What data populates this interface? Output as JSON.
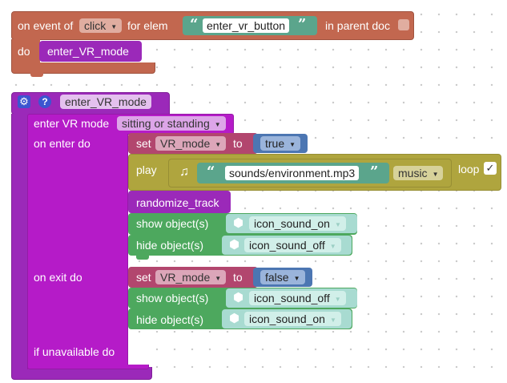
{
  "event_block": {
    "on_event_label": "on event of",
    "event_value": "click",
    "for_elem_label": "for elem",
    "elem_value": "enter_vr_button",
    "in_parent_label": "in parent doc",
    "do_label": "do",
    "do_call": "enter_VR_mode"
  },
  "procedure": {
    "name": "enter_VR_mode",
    "gear_icon": "gear-icon",
    "help_icon": "help-icon",
    "enter_vr_label": "enter VR mode",
    "mode_value": "sitting or standing",
    "on_enter_label": "on enter do",
    "on_exit_label": "on exit do",
    "if_unavailable_label": "if unavailable do"
  },
  "on_enter": {
    "set_label": "set",
    "var_name": "VR_mode",
    "to_label": "to",
    "bool_value": "true",
    "play_label": "play",
    "music_icon": "music-note-icon",
    "sound_file": "sounds/environment.mp3",
    "sound_type": "music",
    "loop_label": "loop",
    "loop_checked": "✓",
    "randomize_label": "randomize_track",
    "show_label": "show object(s)",
    "show_object": "icon_sound_on",
    "hide_label": "hide object(s)",
    "hide_object": "icon_sound_off",
    "cube_icon": "cube-icon"
  },
  "on_exit": {
    "set_label": "set",
    "var_name": "VR_mode",
    "to_label": "to",
    "bool_value": "false",
    "show_label": "show object(s)",
    "show_object": "icon_sound_off",
    "hide_label": "hide object(s)",
    "hide_object": "icon_sound_on"
  },
  "colors": {
    "event": "#c2674f",
    "procedure": "#9b29b9",
    "variable": "#b2466e",
    "logic": "#4c76b2",
    "sound": "#afa53e",
    "object": "#4da85e",
    "string": "#5ba58c"
  }
}
